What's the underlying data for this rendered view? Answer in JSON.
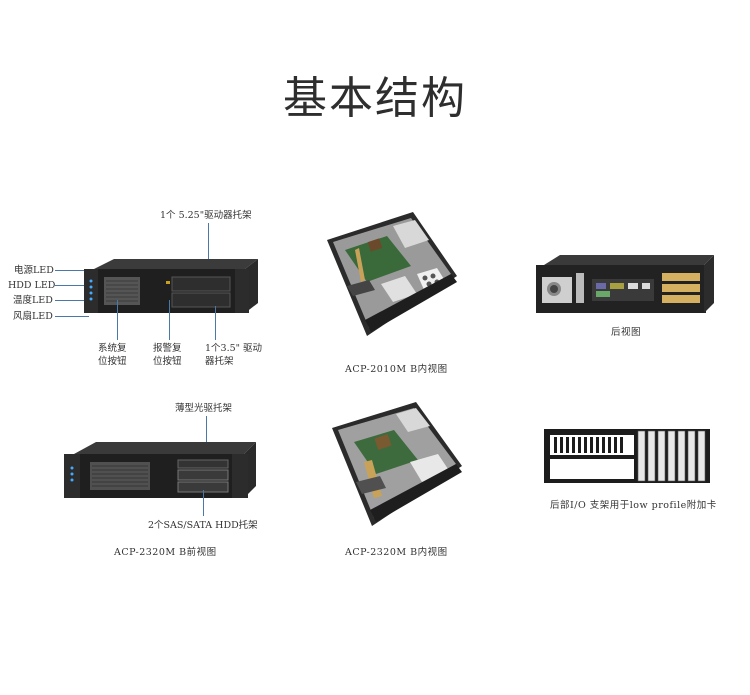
{
  "page": {
    "title": "基本结构"
  },
  "front_view": {
    "top_label": "1个 5.25\"驱动器托架",
    "led_labels": [
      "电源LED",
      "HDD LED",
      "温度LED",
      "风扇LED"
    ],
    "reset_label_1": "系统复",
    "reset_label_2": "位按钮",
    "alarm_label_1": "报警复",
    "alarm_label_2": "位按钮",
    "bay35_label_1": "1个3.5\" 驱动",
    "bay35_label_2": "器托架"
  },
  "inside_2010": {
    "caption": "ACP-2010M B内视图"
  },
  "rear_view": {
    "caption": "后视图"
  },
  "front_2320": {
    "top_label": "薄型光驱托架",
    "bottom_label": "2个SAS/SATA HDD托架",
    "caption": "ACP-2320M B前视图"
  },
  "inside_2320": {
    "caption": "ACP-2320M B内视图"
  },
  "bracket": {
    "caption": "后部I/O 支架用于low profile附加卡"
  }
}
